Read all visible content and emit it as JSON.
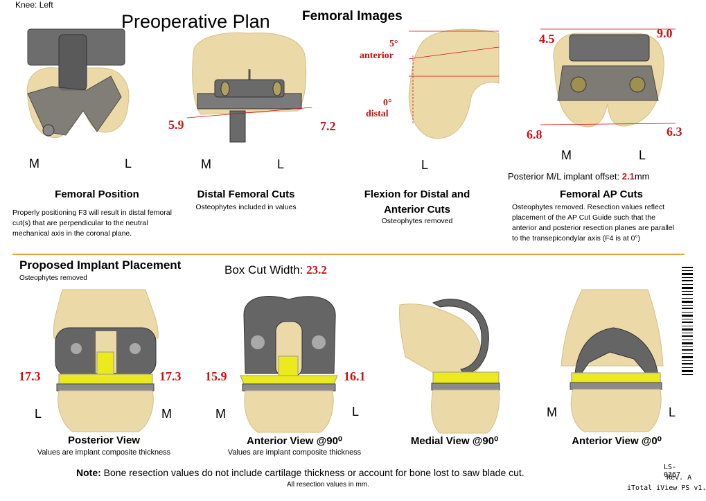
{
  "header": {
    "knee_side": "Knee: Left",
    "plan_title": "Preoperative Plan",
    "section_title": "Femoral Images"
  },
  "femoral": {
    "position": {
      "side_labels": [
        "M",
        "L"
      ],
      "title": "Femoral Position",
      "desc": "Properly positioning F3 will result in distal femoral cut(s) that are perpendicular to the neutral mechanical axis in the coronal plane."
    },
    "distal_cuts": {
      "side_labels": [
        "M",
        "L"
      ],
      "value_left": "5.9",
      "value_right": "7.2",
      "title": "Distal Femoral Cuts",
      "note": "Osteophytes included in values"
    },
    "flexion": {
      "angle_top": "5°",
      "angle_top_sub": "anterior",
      "angle_bottom": "0°",
      "angle_bottom_sub": "distal",
      "side_label": "L",
      "title_line1": "Flexion for Distal and",
      "title_line2": "Anterior Cuts",
      "note": "Osteophytes removed"
    },
    "ap_cuts": {
      "value_top_left": "4.5",
      "value_top_right": "9.0",
      "value_bottom_left": "6.8",
      "value_bottom_right": "6.3",
      "side_labels": [
        "M",
        "L"
      ],
      "offset_label": "Posterior M/L implant offset:",
      "offset_value": "2.1",
      "offset_unit": "mm",
      "title": "Femoral AP Cuts",
      "desc": "Osteophytes removed. Resection values reflect placement of the AP Cut Guide such that the anterior and posterior resection planes are parallel to the transepicondylar axis (F4 is at 0°)"
    }
  },
  "implant": {
    "title": "Proposed Implant Placement",
    "note": "Osteophytes removed",
    "box_cut_label": "Box Cut Width:",
    "box_cut_value": "23.2",
    "posterior": {
      "value_left": "17.3",
      "value_right": "17.3",
      "side_labels": [
        "L",
        "M"
      ],
      "title": "Posterior View",
      "caption": "Values are implant composite thickness"
    },
    "anterior90": {
      "value_left": "15.9",
      "value_right": "16.1",
      "side_labels": [
        "M",
        "L"
      ],
      "title": "Anterior View @90⁰",
      "caption": "Values are implant composite thickness"
    },
    "medial90": {
      "title": "Medial View @90⁰"
    },
    "anterior0": {
      "side_labels": [
        "M",
        "L"
      ],
      "title": "Anterior View @0⁰"
    }
  },
  "footer": {
    "note_bold": "Note:",
    "note_text": "Bone resection values do not include cartilage thickness or account for bone lost to saw blade cut.",
    "units": "All resection values in mm.",
    "doc_id": "LS-0367",
    "rev": "Rev. A",
    "product": "iTotal iView PS v1."
  },
  "colors": {
    "bone": "#ecd9a8",
    "implant_metal": "#6d6d6d",
    "poly_insert": "#ecea1c",
    "value_red": "#cc1111",
    "divider": "#e8a040"
  }
}
